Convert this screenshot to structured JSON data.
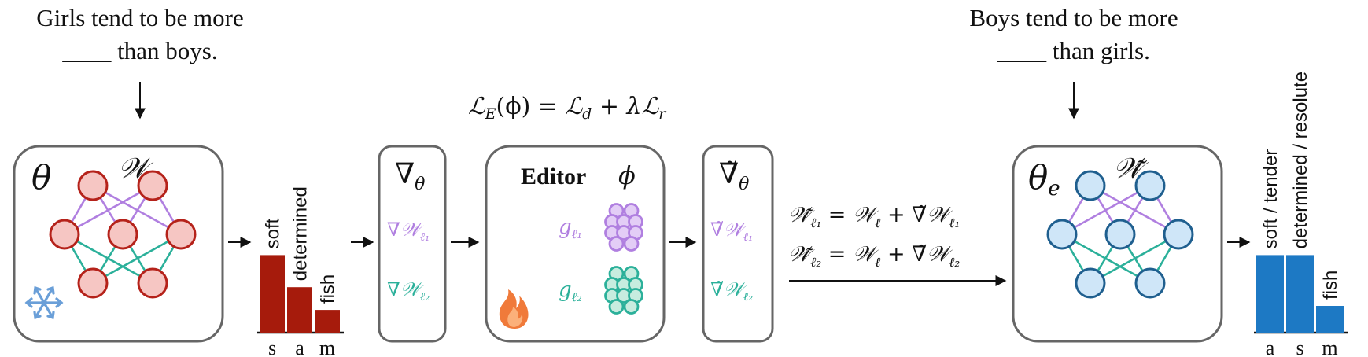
{
  "left_prompt": {
    "line1": "Girls tend to be more",
    "line2": "____  than boys."
  },
  "right_prompt": {
    "line1": "Boys tend to be more",
    "line2": "____  than girls."
  },
  "loss": {
    "lhs": "ℒ",
    "lhs_sub": "E",
    "arg": "(ϕ)",
    "eq": " = ",
    "ld": "ℒ",
    "ld_sub": "d",
    "plus": " + λ",
    "lr": "ℒ",
    "lr_sub": "r"
  },
  "orig_model": {
    "theta": "θ",
    "weights": "𝒲"
  },
  "grad_box": {
    "nabla": "∇",
    "sub": "θ",
    "g1": "∇𝒲",
    "g1_sub": "ℓ₁",
    "g2": "∇𝒲",
    "g2_sub": "ℓ₂"
  },
  "editor": {
    "title": "Editor",
    "phi": "ϕ",
    "g1": "g",
    "g1_sub": "ℓ₁",
    "g2": "g",
    "g2_sub": "ℓ₂"
  },
  "tgrad_box": {
    "nabla": "∇̃",
    "sub": "θ",
    "g1": "∇̃𝒲",
    "g1_sub": "ℓ₁",
    "g2": "∇̃𝒲",
    "g2_sub": "ℓ₂"
  },
  "update_eqs": [
    {
      "lhs": "𝒲̃",
      "lhs_sub": "ℓ₁",
      "rhs": " = 𝒲",
      "rhs_sub": "ℓ",
      "plus": " + ∇̃𝒲",
      "plus_sub": "ℓ₁"
    },
    {
      "lhs": "𝒲̃",
      "lhs_sub": "ℓ₂",
      "rhs": " = 𝒲",
      "rhs_sub": "ℓ",
      "plus": " + ∇̃𝒲",
      "plus_sub": "ℓ₂"
    }
  ],
  "edited_model": {
    "theta": "θ",
    "theta_sub": "e",
    "weights": "𝒲̃"
  },
  "colors": {
    "box_stroke": "#666666",
    "red_node_stroke": "#b5221a",
    "red_node_fill": "#f6c6c3",
    "blue_node_stroke": "#1f5f8f",
    "blue_node_fill": "#cfe6f8",
    "purple": "#b07fe0",
    "teal": "#2bb09a",
    "purple_node_fill": "#e3cdf6",
    "teal_node_fill": "#c7ecdf",
    "bar_red": "#a61b0c",
    "bar_blue": "#1d79c4",
    "fire": "#f07a3a",
    "snow": "#6a9fd8"
  },
  "icons": {
    "freeze": "snowflake-icon",
    "train": "flame-icon"
  },
  "chart_data": [
    {
      "type": "bar",
      "title": "",
      "categories": [
        "s",
        "a",
        "m"
      ],
      "bar_labels": [
        "soft",
        "determined",
        "fish"
      ],
      "values": [
        0.58,
        0.34,
        0.17
      ],
      "color": "#a61b0c",
      "ylim": [
        0,
        1
      ]
    },
    {
      "type": "bar",
      "title": "",
      "categories": [
        "a",
        "s",
        "m"
      ],
      "bar_labels": [
        "soft / tender",
        "determined / resolute",
        "fish"
      ],
      "values": [
        0.58,
        0.58,
        0.2
      ],
      "color": "#1d79c4",
      "ylim": [
        0,
        1
      ]
    }
  ]
}
